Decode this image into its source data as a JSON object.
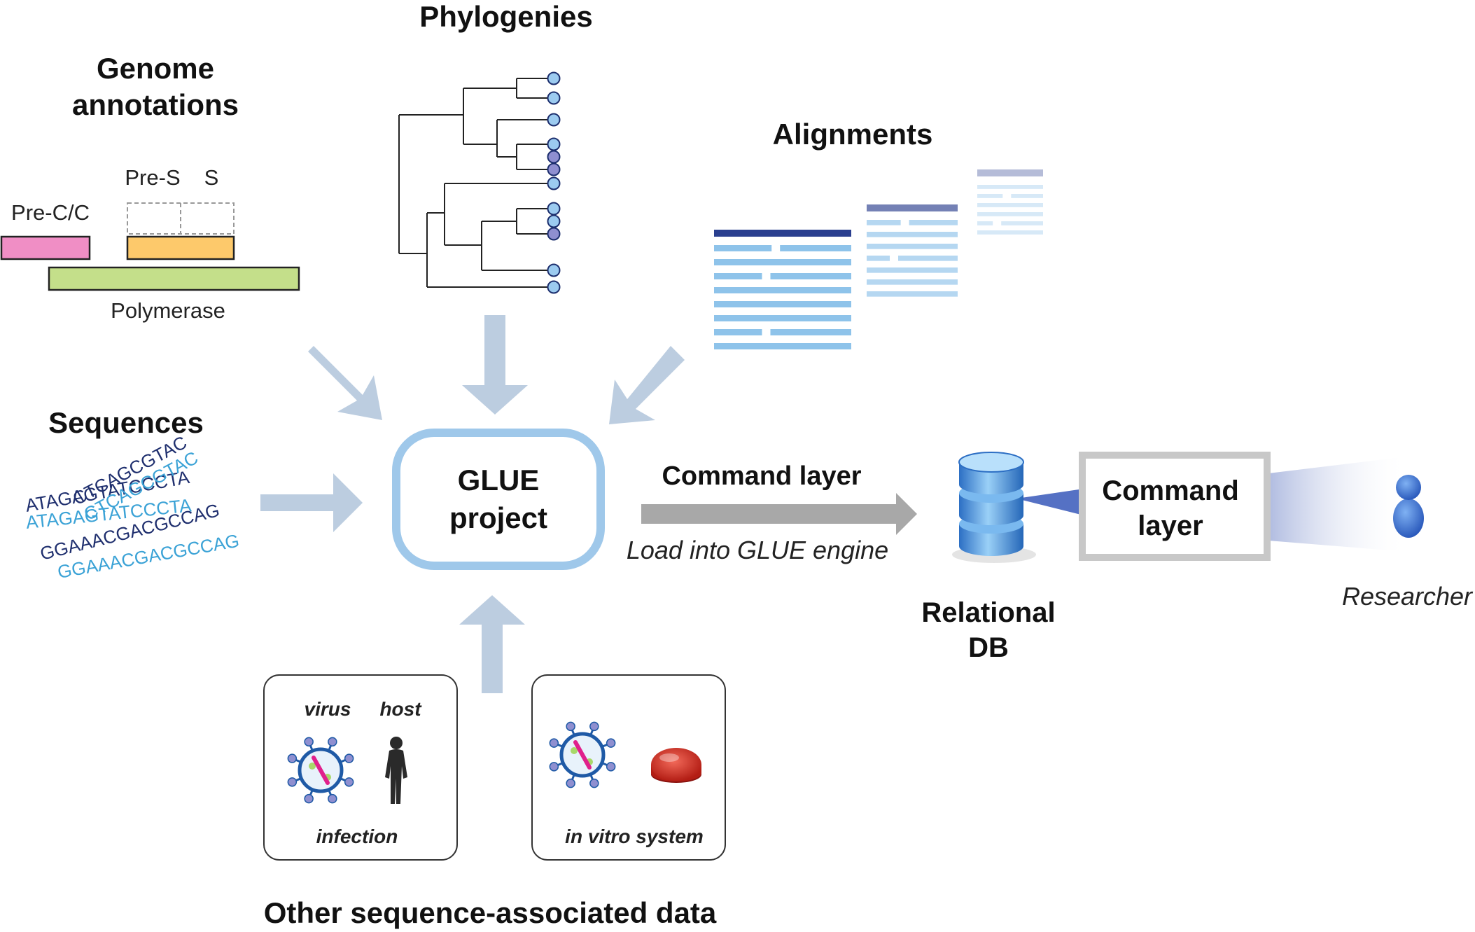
{
  "titles": {
    "phylogenies": "Phylogenies",
    "genome_annotations_1": "Genome",
    "genome_annotations_2": "annotations",
    "alignments": "Alignments",
    "sequences": "Sequences",
    "other_data": "Other sequence-associated data",
    "relational_db_1": "Relational",
    "relational_db_2": "DB"
  },
  "genome": {
    "pre_s": "Pre-S",
    "s": "S",
    "pre_c": "Pre-C/C",
    "polymerase": "Polymerase",
    "colors": {
      "pre_c": "#f08ec5",
      "pre_s_s": "#fdc96b",
      "polymerase": "#c4df8a"
    }
  },
  "sequences": {
    "lines": [
      "ATAGAGTATCCCTA",
      "ATAGAGTATCCCTA",
      "GGAAACGACGCCAG",
      "GGAAACGACGCCAG",
      "CTCAGCGTAC",
      "CTCAGCGTAC"
    ]
  },
  "glue": {
    "line1": "GLUE",
    "line2": "project",
    "border_color": "#9fc8ea"
  },
  "pipeline": {
    "command_layer": "Command layer",
    "load_label": "Load into GLUE engine",
    "box_line1": "Command",
    "box_line2": "layer"
  },
  "researcher": {
    "label": "Researcher"
  },
  "panels": {
    "virus": "virus",
    "host": "host",
    "infection": "infection",
    "in_vitro": "in vitro system"
  },
  "colors": {
    "arrow": "#bccde0",
    "gray_arrow": "#a8a8a8",
    "tree_node": "#9ccbf0",
    "tree_node_dark": "#8f8fd0",
    "align_light": "#8ec3ea",
    "align_header": "#2a3f8f"
  }
}
